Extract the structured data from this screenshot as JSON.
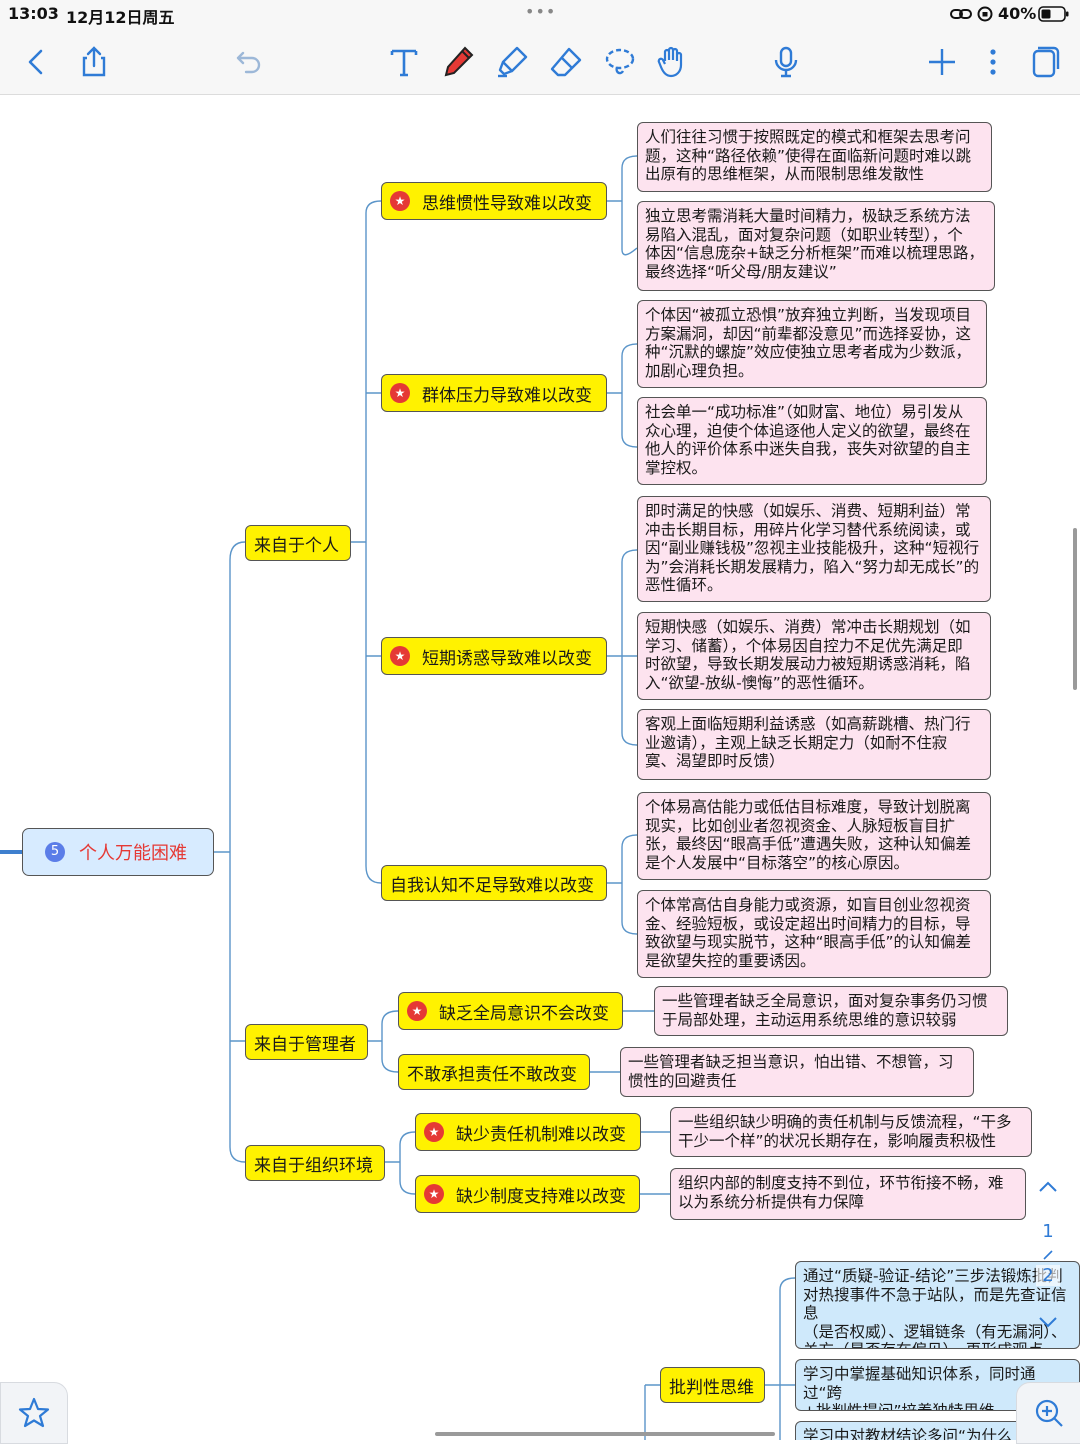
{
  "status_bar": {
    "time": "13:03",
    "date": "12月12日周五",
    "more": "•••",
    "battery": "40%"
  },
  "toolbar": {
    "icons": [
      "back-icon",
      "share-icon",
      "undo-icon",
      "text-icon",
      "pen-icon",
      "highlighter-icon",
      "eraser-icon",
      "lasso-icon",
      "hand-icon",
      "microphone-icon",
      "add-icon",
      "more-icon",
      "pages-icon"
    ]
  },
  "colors": {
    "accent": "#2f7bd6",
    "node_yellow": "#fff200",
    "note_pink": "#fde3ef",
    "note_blue": "#cfe9fb",
    "root_blue": "#d7ebff",
    "root_text": "#e53935",
    "star_red": "#e53935"
  },
  "mindmap": {
    "root": {
      "number": "5",
      "label": "个人万能困难"
    },
    "branches": [
      {
        "label": "来自于个人"
      },
      {
        "label": "来自于管理者"
      },
      {
        "label": "来自于组织环境"
      }
    ],
    "topics": [
      {
        "label": "思维惯性导致难以改变",
        "star": true
      },
      {
        "label": "群体压力导致难以改变",
        "star": true
      },
      {
        "label": "短期诱惑导致难以改变",
        "star": true
      },
      {
        "label": "自我认知不足导致难以改变",
        "star": false
      },
      {
        "label": "缺乏全局意识不会改变",
        "star": true
      },
      {
        "label": "不敢承担责任不敢改变",
        "star": false
      },
      {
        "label": "缺少责任机制难以改变",
        "star": true
      },
      {
        "label": "缺少制度支持难以改变",
        "star": true
      },
      {
        "label": "批判性思维",
        "star": false
      }
    ],
    "notes": [
      "人们往往习惯于按照既定的模式和框架去思考问\n题，这种“路径依赖”使得在面临新问题时难以跳\n出原有的思维框架，从而限制思维发散性",
      "独立思考需消耗大量时间精力，极缺乏系统方法\n易陷入混乱，面对复杂问题（如职业转型），个\n体因“信息庞杂+缺乏分析框架”而难以梳理思路，\n最终选择“听父母/朋友建议”",
      "个体因“被孤立恐惧”放弃独立判断，当发现项目\n方案漏洞，却因“前辈都没意见”而选择妥协，这\n种“沉默的螺旋”效应使独立思考者成为少数派，\n加剧心理负担。",
      "社会单一“成功标准”（如财富、地位）易引发从\n众心理，迫使个体追逐他人定义的欲望，最终在\n他人的评价体系中迷失自我，丧失对欲望的自主\n掌控权。",
      "即时满足的快感（如娱乐、消费、短期利益）常\n冲击长期目标，用碎片化学习替代系统阅读，或\n因“副业赚钱极”忽视主业技能极升，这种“短视行\n为”会消耗长期发展精力，陷入“努力却无成长”的\n恶性循环。",
      "短期快感（如娱乐、消费）常冲击长期规划（如\n学习、储蓄），个体易因自控力不足优先满足即\n时欲望，导致长期发展动力被短期诱惑消耗，陷\n入“欲望-放纵-懊悔”的恶性循环。",
      "客观上面临短期利益诱惑（如高薪跳槽、热门行\n业邀请），主观上缺乏长期定力（如耐不住寂\n寞、渴望即时反馈）",
      "个体易高估能力或低估目标难度，导致计划脱离\n现实，比如创业者忽视资金、人脉短板盲目扩\n张，最终因“眼高手低”遭遇失败，这种认知偏差\n是个人发展中“目标落空”的核心原因。",
      "个体常高估自身能力或资源，如盲目创业忽视资\n金、经验短板，或设定超出时间精力的目标，导\n致欲望与现实脱节，这种“眼高手低”的认知偏差\n是欲望失控的重要诱因。",
      "一些管理者缺乏全局意识，面对复杂事务仍习惯\n于局部处理，主动运用系统思维的意识较弱",
      "一些管理者缺乏担当意识，怕出错、不想管，习\n惯性的回避责任",
      "一些组织缺少明确的责任机制与反馈流程，“干多\n干少一个样”的状况长期存在，影响履责积极性",
      "组织内部的制度支持不到位，环节衔接不畅，难\n以为系统分析提供有力保障",
      "通过“质疑-验证-结论”三步法锻炼批判\n对热搜事件不急于站队，而是先查证信息\n（是否权威）、逻辑链条（有无漏洞）、\n关方（是否存在偏见），再形成观点，",
      "学习中掌握基础知识体系，同时通过“跨\n+批判性提问”培养独特思维。",
      "学习中对教材结论多问“为什么"
    ]
  },
  "page_nav": {
    "current": "1",
    "next": "2"
  }
}
